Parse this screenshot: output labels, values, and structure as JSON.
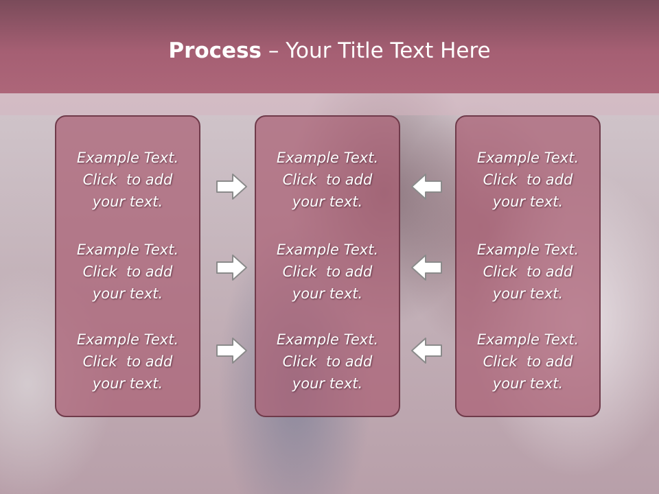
{
  "slide": {
    "title_bold": "Process",
    "title_rest": " – Your Title Text Here"
  },
  "columns": [
    {
      "items": [
        {
          "line1": "Example Text.",
          "line2": "Click  to add",
          "line3": "your text."
        },
        {
          "line1": "Example Text.",
          "line2": "Click  to add",
          "line3": "your text."
        },
        {
          "line1": "Example Text.",
          "line2": "Click  to add",
          "line3": "your text."
        }
      ]
    },
    {
      "items": [
        {
          "line1": "Example Text.",
          "line2": "Click  to add",
          "line3": "your text."
        },
        {
          "line1": "Example Text.",
          "line2": "Click  to add",
          "line3": "your text."
        },
        {
          "line1": "Example Text.",
          "line2": "Click  to add",
          "line3": "your text."
        }
      ]
    },
    {
      "items": [
        {
          "line1": "Example Text.",
          "line2": "Click  to add",
          "line3": "your text."
        },
        {
          "line1": "Example Text.",
          "line2": "Click  to add",
          "line3": "your text."
        },
        {
          "line1": "Example Text.",
          "line2": "Click  to add",
          "line3": "your text."
        }
      ]
    }
  ],
  "arrows": {
    "left_group": "arrow-right-icon",
    "right_group": "arrow-left-icon"
  },
  "colors": {
    "header": "#a55f73",
    "box_fill": "#aa6074",
    "box_border": "#6f3a4a",
    "arrow_fill": "#ffffff",
    "arrow_stroke": "#8a8a8a"
  }
}
